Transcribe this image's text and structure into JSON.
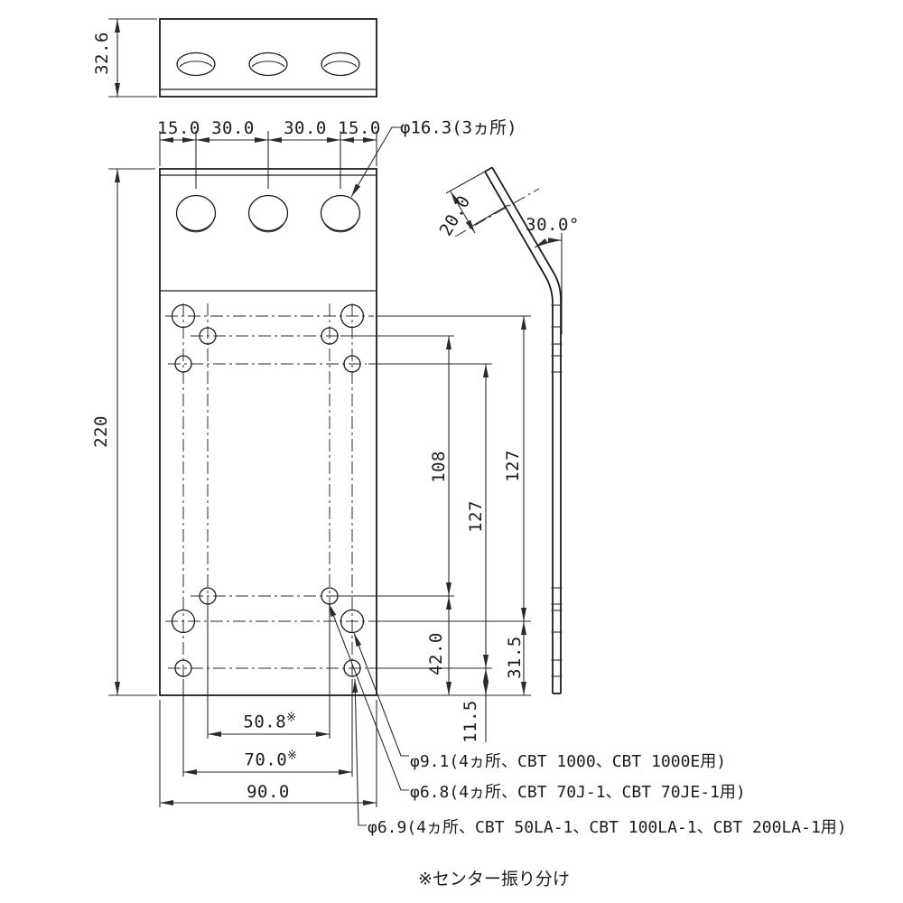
{
  "meta": {
    "line_color": "#1c1c1c",
    "background": "#ffffff"
  },
  "top_view": {
    "thickness_dim": "32.6"
  },
  "front_view": {
    "pitch_dims": [
      "15.0",
      "30.0",
      "30.0",
      "15.0"
    ],
    "top_hole_callout": "φ16.3(3ヵ所)",
    "overall_height": "220",
    "vertical_pitch_phi68": "108",
    "vertical_pitch_phi69": "127",
    "vertical_pitch_phi91": "127",
    "bottom_offset_phi68": "42.0",
    "bottom_offset_phi91": "31.5",
    "bottom_offset_phi69": "11.5",
    "width_phi68": "50.8",
    "width_phi91": "70.0",
    "overall_width": "90.0",
    "ref_mark": "※"
  },
  "side_view": {
    "flange_length": "20.0",
    "bend_angle": "30.0°"
  },
  "callouts": {
    "phi91": "φ9.1(4ヵ所、CBT 1000、CBT 1000E用)",
    "phi68": "φ6.8(4ヵ所、CBT 70J-1、CBT 70JE-1用)",
    "phi69": "φ6.9(4ヵ所、CBT 50LA-1、CBT 100LA-1、CBT 200LA-1用)"
  },
  "footnote": "※センター振り分け"
}
